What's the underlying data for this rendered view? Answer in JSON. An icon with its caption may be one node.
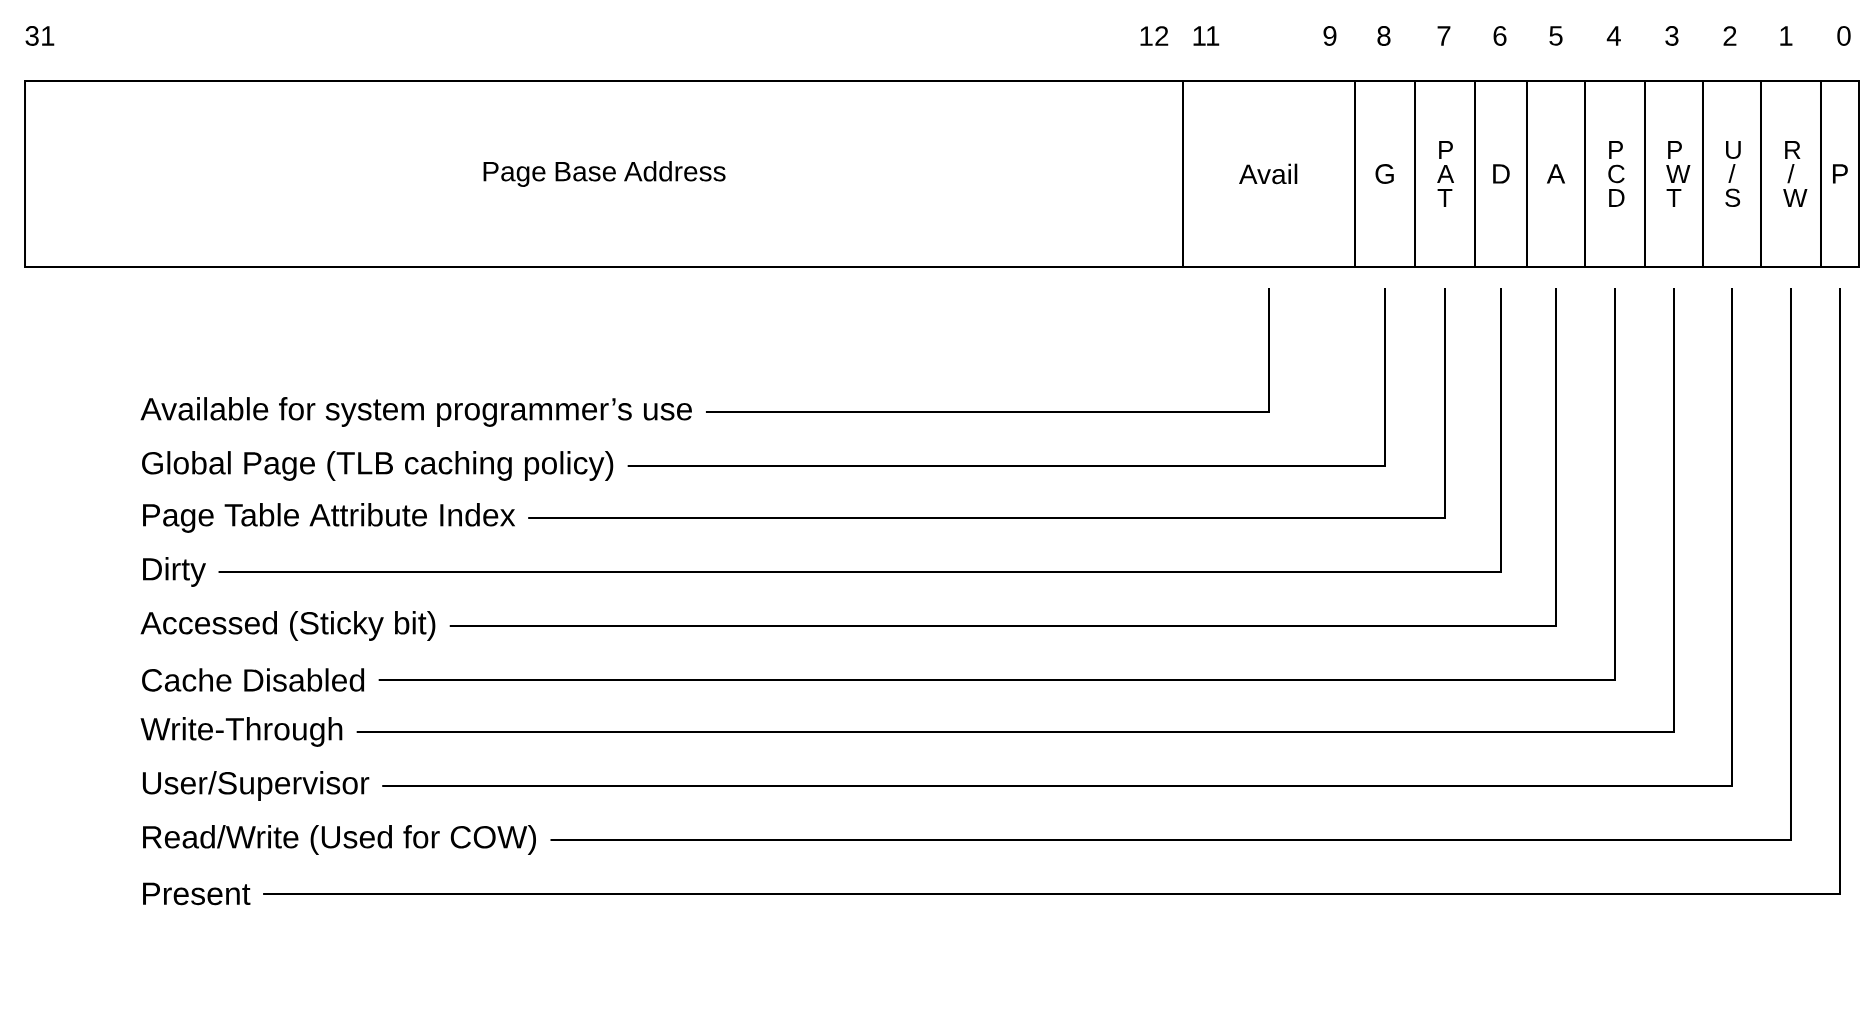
{
  "diagram": {
    "nodes": [
      {
        "text": [
          "Page Base Address"
        ]
      },
      {
        "text": [
          "Avail"
        ]
      },
      {
        "text": [
          "G"
        ]
      },
      {
        "text": [
          "P A T"
        ]
      },
      {
        "text": [
          "D"
        ]
      },
      {
        "text": [
          "A"
        ]
      },
      {
        "text": [
          "P C D"
        ]
      },
      {
        "text": [
          "P W T"
        ]
      },
      {
        "text": [
          "U / S"
        ]
      },
      {
        "text": [
          "R / W"
        ]
      },
      {
        "text": [
          "P"
        ]
      },
      {
        "text": [
          "Available for system programmer’s use"
        ]
      },
      {
        "text": [
          "Global Page (TLB caching policy)"
        ]
      },
      {
        "text": [
          "Page Table Attribute Index"
        ]
      },
      {
        "text": [
          "Dirty"
        ]
      },
      {
        "text": [
          "Accessed (Sticky bit)"
        ]
      },
      {
        "text": [
          "Cache Disabled"
        ]
      },
      {
        "text": [
          "Write-Through"
        ]
      },
      {
        "text": [
          "User/Supervisor"
        ]
      },
      {
        "text": [
          "Read/Write (Used for COW)"
        ]
      },
      {
        "text": [
          "Present"
        ]
      }
    ],
    "edges": [
      {
        "from": 11,
        "to": 1,
        "arrow": "none"
      },
      {
        "from": 12,
        "to": 2,
        "arrow": "none"
      },
      {
        "from": 13,
        "to": 3,
        "arrow": "none"
      },
      {
        "from": 14,
        "to": 4,
        "arrow": "none"
      },
      {
        "from": 15,
        "to": 5,
        "arrow": "none"
      },
      {
        "from": 16,
        "to": 6,
        "arrow": "none"
      },
      {
        "from": 17,
        "to": 7,
        "arrow": "none"
      },
      {
        "from": 18,
        "to": 8,
        "arrow": "none"
      },
      {
        "from": 19,
        "to": 9,
        "arrow": "none"
      },
      {
        "from": 20,
        "to": 10,
        "arrow": "none"
      }
    ],
    "labels": [
      "31",
      "12",
      "11",
      "9",
      "8",
      "7",
      "6",
      "5",
      "4",
      "3",
      "2",
      "1",
      "0"
    ]
  }
}
